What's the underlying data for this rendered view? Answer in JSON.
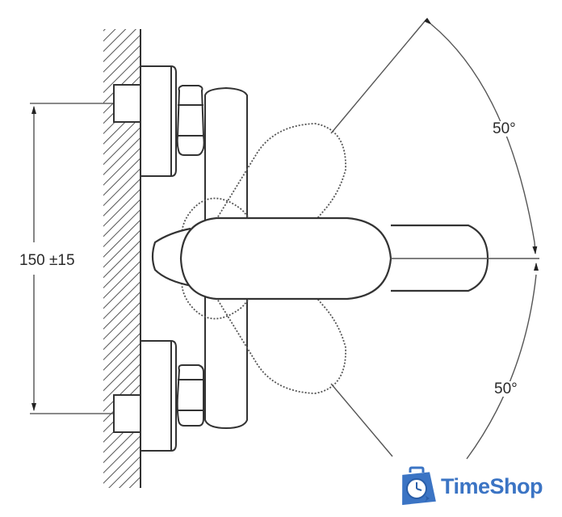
{
  "diagram": {
    "type": "technical-drawing",
    "subject": "wall-mounted single-lever mixer faucet, top view",
    "dimensions": {
      "mount_spacing": "150 ±15",
      "lever_angle_up": "50°",
      "lever_angle_down": "50°"
    },
    "elements": [
      "hatched-wall",
      "wall-flange-top",
      "wall-flange-bottom",
      "eccentric-connector-top",
      "eccentric-connector-bottom",
      "hex-nut-top",
      "hex-nut-bottom",
      "mixer-body",
      "lever-handle-center",
      "lever-handle-rotated-up (dotted)",
      "lever-handle-rotated-down (dotted)",
      "angle-arc-dimension"
    ],
    "colors": {
      "line": "#333333",
      "hatch": "#555555",
      "logo_blue": "#3b74c4"
    }
  },
  "logo": {
    "brand": "TimeShop",
    "icon": "clock-bag-icon"
  }
}
